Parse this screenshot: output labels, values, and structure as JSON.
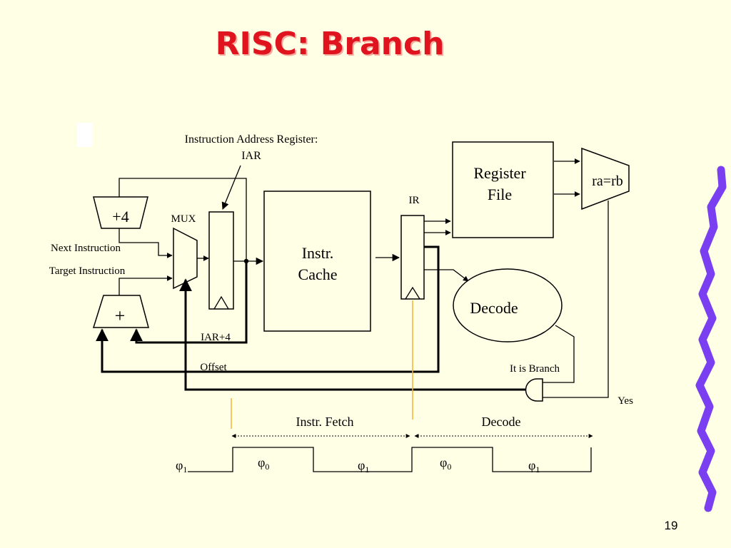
{
  "slide": {
    "title": "RISC: Branch",
    "page_number": "19"
  },
  "labels": {
    "iar_caption_line1": "Instruction Address Register:",
    "iar_caption_line2": "IAR",
    "register_file_line1": "Register",
    "register_file_line2": "File",
    "comparator": "ra=rb",
    "ir": "IR",
    "plus4": "+4",
    "mux": "MUX",
    "next_instruction": "Next Instruction",
    "target_instruction": "Target Instruction",
    "adder": "+",
    "icache_line1": "Instr.",
    "icache_line2": "Cache",
    "decode": "Decode",
    "iar_plus4": "IAR+4",
    "offset": "Offset",
    "it_is_branch": "It is Branch",
    "yes": "Yes",
    "phase_fetch": "Instr. Fetch",
    "phase_decode": "Decode"
  },
  "clock": {
    "symbol": "φ",
    "labels": [
      {
        "name": "clock-phase-phi1-a",
        "sub": "1"
      },
      {
        "name": "clock-phase-phi0-a",
        "sub": "0"
      },
      {
        "name": "clock-phase-phi1-b",
        "sub": "1"
      },
      {
        "name": "clock-phase-phi0-b",
        "sub": "0"
      },
      {
        "name": "clock-phase-phi1-c",
        "sub": "1"
      }
    ]
  },
  "colors": {
    "background": "#FFFFE5",
    "title": "#E0141E",
    "decoration": "#7B3FF2",
    "marker": "#F2B632"
  }
}
